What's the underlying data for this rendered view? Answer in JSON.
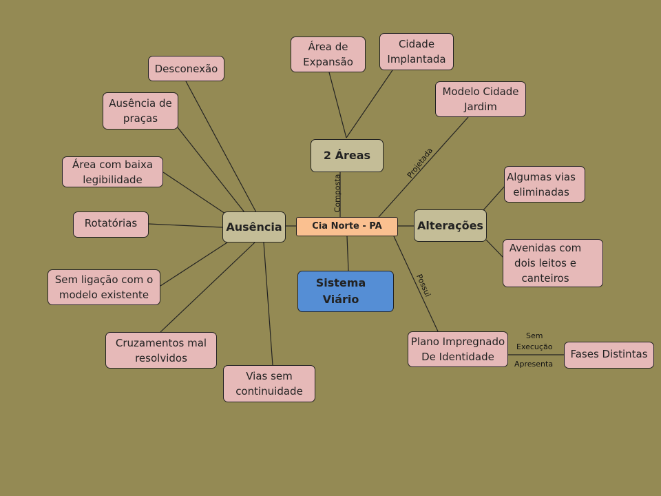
{
  "center": {
    "label": "Cia Norte - PA"
  },
  "hubs": {
    "ausencia": "Ausência",
    "areas": "2 Áreas",
    "alteracoes": "Alterações"
  },
  "sistema": {
    "line1": "Sistema",
    "line2": "Viário"
  },
  "ausencia_items": {
    "desconexao": "Desconexão",
    "pracas_1": "Ausência de",
    "pracas_2": "praças",
    "legibilidade_1": "Área com baixa",
    "legibilidade_2": "legibilidade",
    "rotatorias": "Rotatórias",
    "ligacao_1": "Sem ligação com o",
    "ligacao_2": "modelo existente",
    "cruzamentos_1": "Cruzamentos mal",
    "cruzamentos_2": "resolvidos",
    "vias_1": "Vias sem",
    "vias_2": "continuidade"
  },
  "areas_items": {
    "expansao_1": "Área de",
    "expansao_2": "Expansão",
    "implantada_1": "Cidade",
    "implantada_2": "Implantada"
  },
  "modelo": {
    "line1": "Modelo Cidade",
    "line2": "Jardim"
  },
  "alteracoes_items": {
    "vias_elim_1": "Algumas vias",
    "vias_elim_2": "eliminadas",
    "avenidas_1": "Avenidas  com",
    "avenidas_2": "dois leitos  e",
    "avenidas_3": "canteiros"
  },
  "plano": {
    "line1": "Plano Impregnado",
    "line2": "De Identidade"
  },
  "fases": {
    "label": "Fases Distintas"
  },
  "edge_labels": {
    "composta": "Composta",
    "projetada": "Projetada",
    "possui": "Possui",
    "sem": "Sem",
    "execucao": "Execução",
    "apresenta": "Apresenta"
  },
  "colors": {
    "background": "#948a54",
    "leaf": "#e6b9b8",
    "hub": "#c4bd97",
    "center": "#fac090",
    "sistema": "#558ed5"
  }
}
